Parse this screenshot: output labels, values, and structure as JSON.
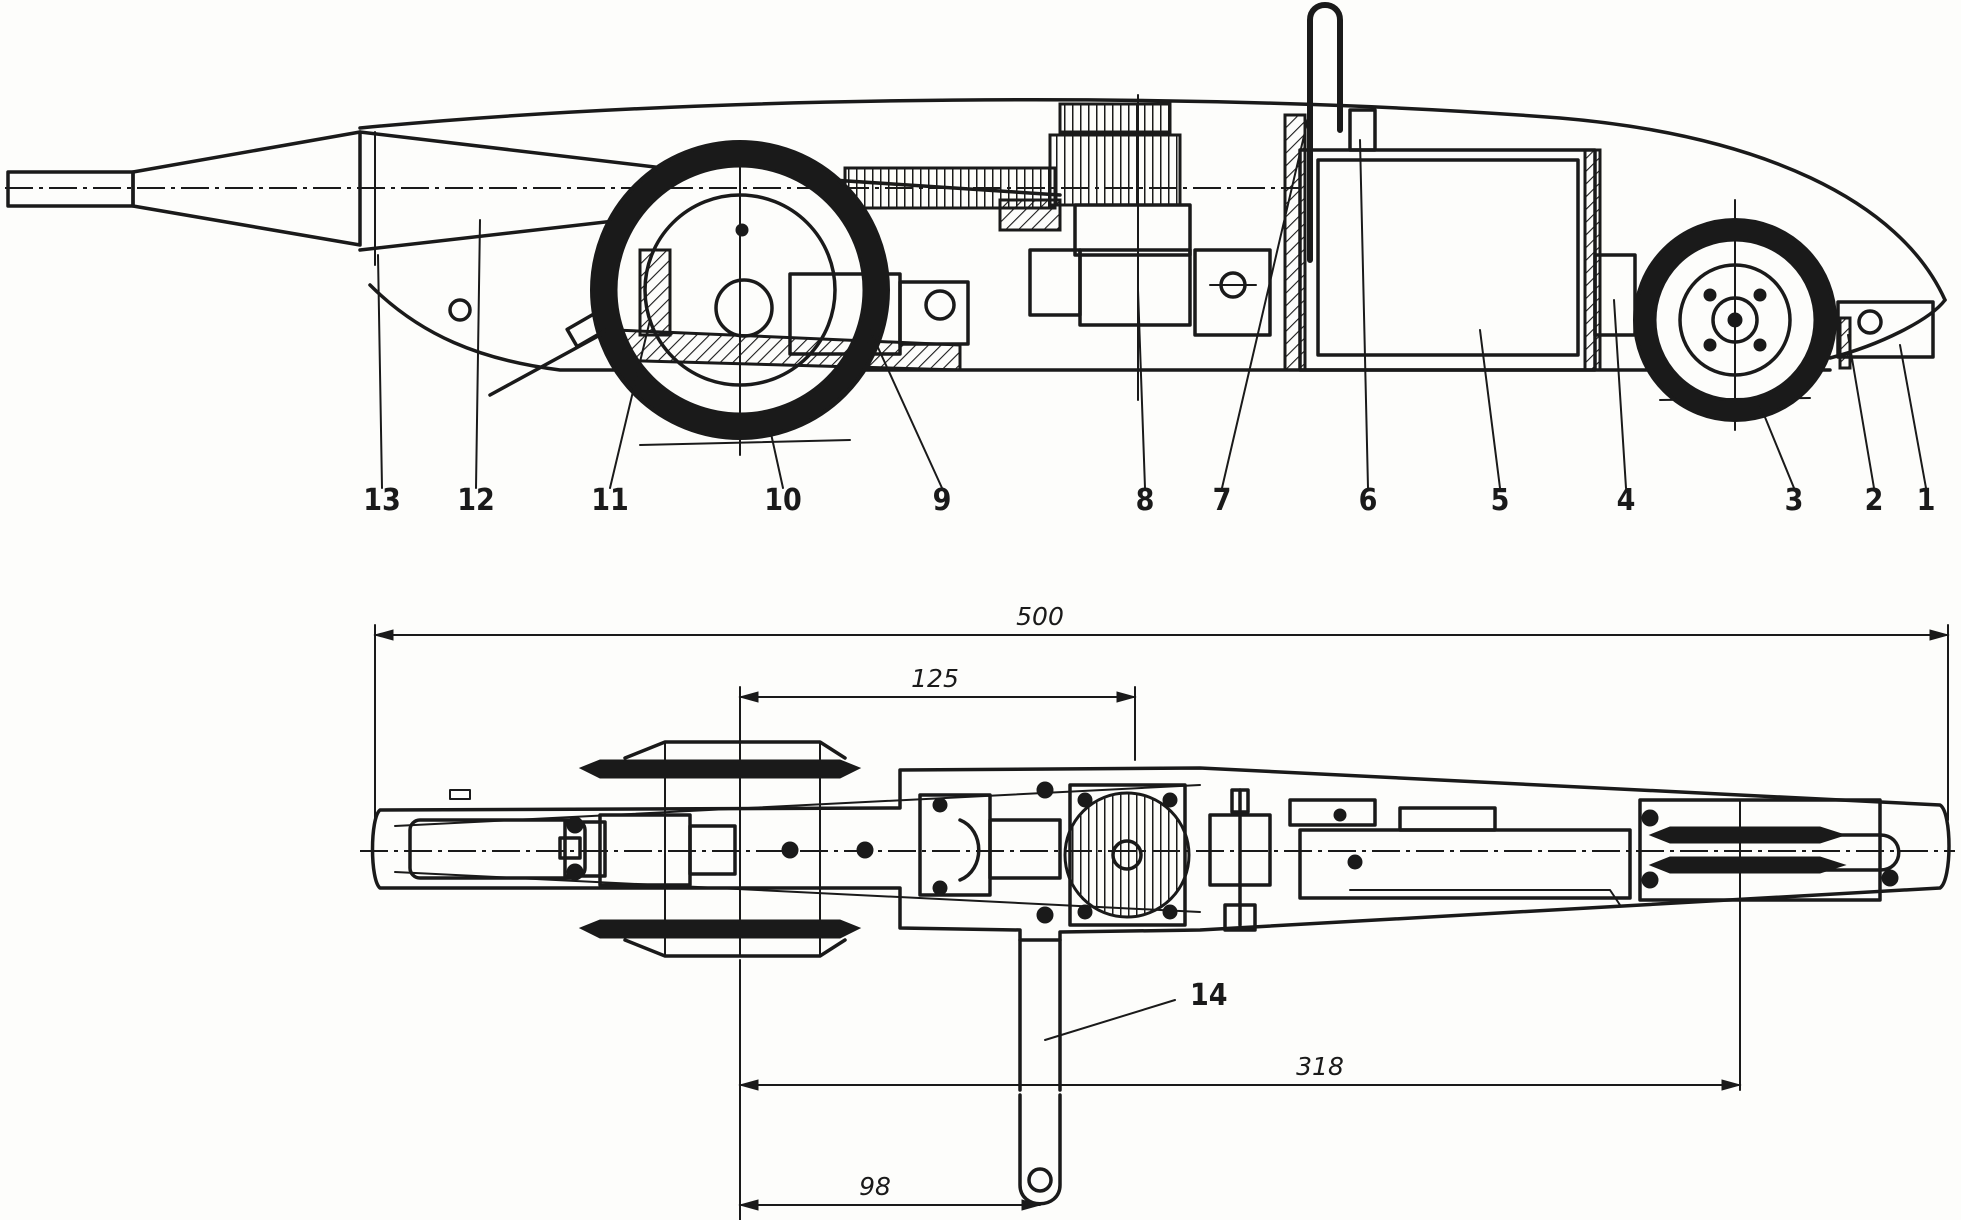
{
  "side_view": {
    "callouts": [
      "1",
      "2",
      "3",
      "4",
      "5",
      "6",
      "7",
      "8",
      "9",
      "10",
      "11",
      "12",
      "13"
    ]
  },
  "plan_view": {
    "part_label": "14",
    "dimensions": {
      "overall_length": "500",
      "wheel_to_engine": "125",
      "wheelbase": "318",
      "rear_axle_to_bracket": "98"
    }
  }
}
